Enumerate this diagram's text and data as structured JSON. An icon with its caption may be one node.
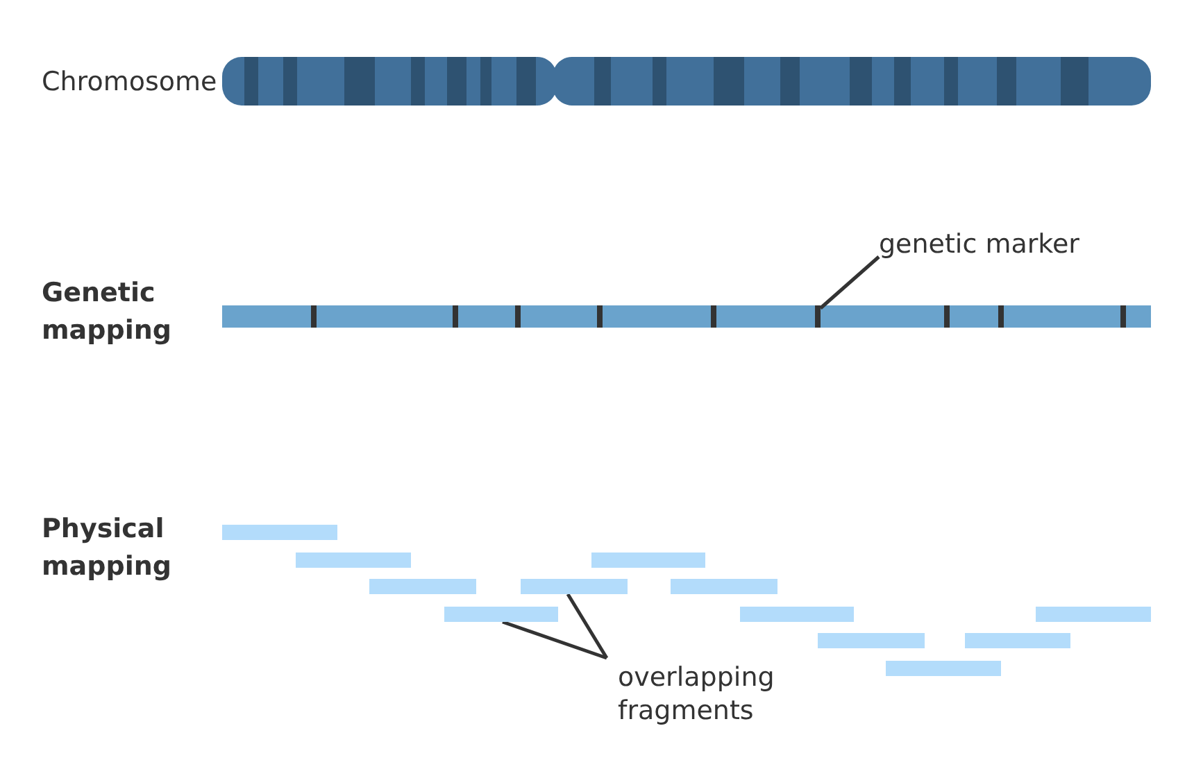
{
  "diagram": {
    "nodes": [
      {
        "text": [
          "genetic marker"
        ]
      },
      {
        "text": [],
        "shape": "bar"
      },
      {
        "text": [
          "overlapping fragments"
        ]
      },
      {
        "text": [],
        "shape": "bar"
      },
      {
        "text": [],
        "shape": "bar"
      }
    ],
    "edges": [
      {
        "from": 0,
        "to": 1,
        "arrow": "none"
      },
      {
        "from": 2,
        "to": 3,
        "arrow": "none"
      },
      {
        "from": 2,
        "to": 4,
        "arrow": "none"
      }
    ],
    "labels": [
      "Chromosome",
      "Genetic mapping",
      "Physical mapping"
    ]
  }
}
